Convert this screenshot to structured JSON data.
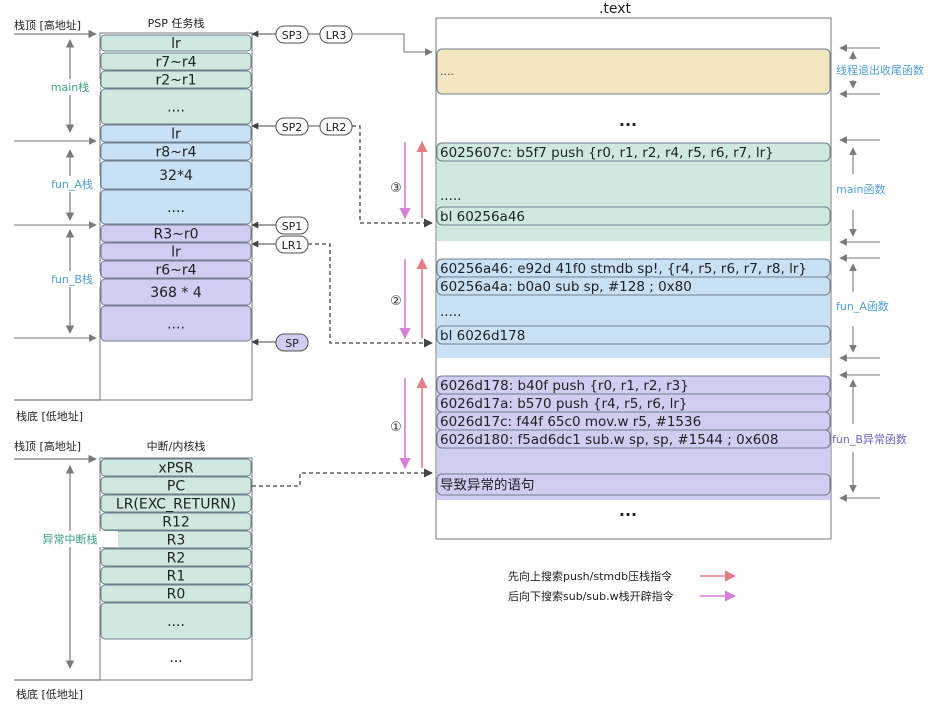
{
  "colors": {
    "green_cell": "#cfe9e1",
    "blue_cell": "#c9e1f5",
    "purple_cell": "#cfcdf2",
    "yellow_block": "#f5e6c2",
    "cell_border": "#6f7f8f",
    "axis": "#7a7a7a",
    "green_label": "#3f9f88",
    "blue_label": "#4f9fd6",
    "purple_label": "#6b66c6",
    "arrow_up": "#e57f87",
    "arrow_down": "#d67fd6",
    "pill_fill": "#ffffff",
    "pill_sp_purple": "#cfcdf2"
  },
  "psp": {
    "top_label": "栈顶 [高地址]",
    "bottom_label": "栈底 [低地址]",
    "title": "PSP 任务栈",
    "cells": [
      {
        "text": "lr",
        "color": "green"
      },
      {
        "text": "r7~r4",
        "color": "green"
      },
      {
        "text": "r2~r1",
        "color": "green"
      },
      {
        "text": "....",
        "color": "green"
      },
      {
        "text": "lr",
        "color": "blue"
      },
      {
        "text": "r8~r4",
        "color": "blue"
      },
      {
        "text": "32*4",
        "color": "blue"
      },
      {
        "text": "....",
        "color": "blue"
      },
      {
        "text": "R3~r0",
        "color": "purple"
      },
      {
        "text": "lr",
        "color": "purple"
      },
      {
        "text": "r6~r4",
        "color": "purple"
      },
      {
        "text": "368 * 4",
        "color": "purple"
      },
      {
        "text": "....",
        "color": "purple"
      }
    ],
    "ranges": [
      {
        "label": "main栈",
        "color": "green"
      },
      {
        "label": "fun_A栈",
        "color": "blue"
      },
      {
        "label": "fun_B栈",
        "color": "blue"
      }
    ]
  },
  "pointers": {
    "sp3": "SP3",
    "lr3": "LR3",
    "sp2": "SP2",
    "lr2": "LR2",
    "sp1": "SP1",
    "lr1": "LR1",
    "sp": "SP"
  },
  "msp": {
    "top_label": "栈顶 [高地址]",
    "bottom_label": "栈底 [低地址]",
    "title": "中断/内核栈",
    "range_label": "异常中断栈",
    "cells": [
      "xPSR",
      "PC",
      "LR(EXC_RETURN)",
      "R12",
      "R3",
      "R2",
      "R1",
      "R0",
      "...."
    ],
    "tail": "..."
  },
  "text_section": {
    "title": ".text",
    "exit_block_text": "....",
    "exit_label": "线程退出收尾函数",
    "dots1": "...",
    "main_lines": [
      "6025607c: b5f7 push {r0, r1, r2, r4, r5, r6, r7, lr}",
      ".....",
      "bl 60256a46"
    ],
    "main_label": "main函数",
    "funa_lines": [
      "60256a46: e92d 41f0 stmdb sp!, {r4, r5, r6, r7, r8, lr}",
      "60256a4a: b0a0 sub sp, #128 ; 0x80",
      ".....",
      "bl 6026d178"
    ],
    "funa_label": "fun_A函数",
    "funb_lines": [
      "6026d178: b40f          push {r0, r1, r2, r3}",
      "6026d17a: b570          push {r4, r5, r6, lr}",
      "6026d17c: f44f 65c0 mov.w r5, #1536",
      "6026d180: f5ad6dc1  sub.w sp, sp, #1544 ; 0x608",
      "导致异常的语句"
    ],
    "funb_label": "fun_B异常函数",
    "dots2": "..."
  },
  "step_labels": [
    "③",
    "②",
    "①"
  ],
  "legend": {
    "up": "先向上搜索push/stmdb压栈指令",
    "down": "后向下搜索sub/sub.w栈开辟指令"
  }
}
